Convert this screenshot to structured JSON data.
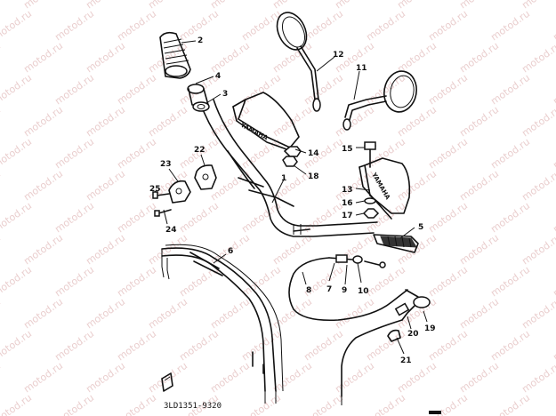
{
  "diagram_code": "3LD1351-9320",
  "watermark": "motod.ru",
  "brand_text": "YAMAHA",
  "parts": [
    {
      "id": "part-1",
      "label": "1"
    },
    {
      "id": "part-2",
      "label": "2"
    },
    {
      "id": "part-3",
      "label": "3"
    },
    {
      "id": "part-4",
      "label": "4"
    },
    {
      "id": "part-5",
      "label": "5"
    },
    {
      "id": "part-6",
      "label": "6"
    },
    {
      "id": "part-7",
      "label": "7"
    },
    {
      "id": "part-8",
      "label": "8"
    },
    {
      "id": "part-9",
      "label": "9"
    },
    {
      "id": "part-10",
      "label": "10"
    },
    {
      "id": "part-11",
      "label": "11"
    },
    {
      "id": "part-12",
      "label": "12"
    },
    {
      "id": "part-13",
      "label": "13"
    },
    {
      "id": "part-14",
      "label": "14"
    },
    {
      "id": "part-15",
      "label": "15"
    },
    {
      "id": "part-16",
      "label": "16"
    },
    {
      "id": "part-17",
      "label": "17"
    },
    {
      "id": "part-18",
      "label": "18"
    },
    {
      "id": "part-19",
      "label": "19"
    },
    {
      "id": "part-20",
      "label": "20"
    },
    {
      "id": "part-21",
      "label": "21"
    },
    {
      "id": "part-22",
      "label": "22"
    },
    {
      "id": "part-23",
      "label": "23"
    },
    {
      "id": "part-24",
      "label": "24"
    },
    {
      "id": "part-25",
      "label": "25"
    }
  ]
}
